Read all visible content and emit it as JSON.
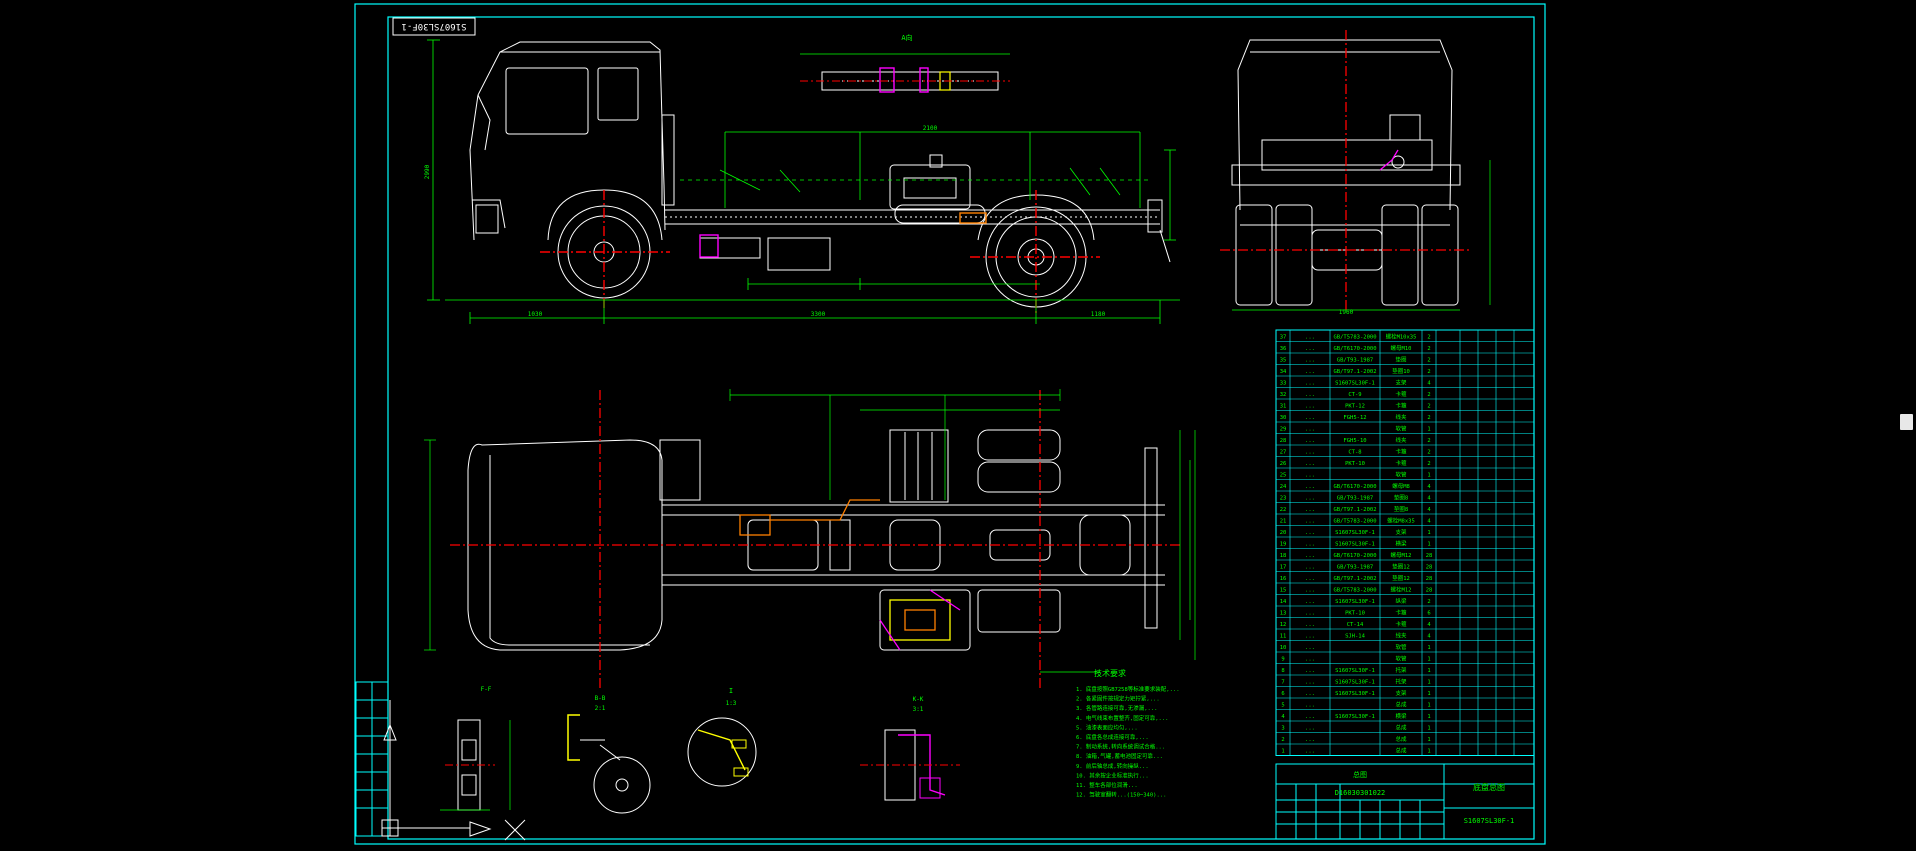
{
  "drawing": {
    "title_tab": "S1607SL30F-1",
    "drawing_number": "S1607SL30F-1",
    "title_block": {
      "assembly_name": "底盘总图",
      "sheet_name": "总图",
      "code": "D16030301022"
    },
    "labels": {
      "top_view": "A向",
      "section_ff": "F-F",
      "section_bb": "B-B",
      "section_bb_scale": "2:1",
      "detail_i": "I",
      "detail_i_scale": "1:3",
      "section_kk": "K-K",
      "section_kk_scale": "3:1",
      "notes_title": "技术要求"
    },
    "notes": [
      "1. 底盘按照GB7258等标准要求装配,...",
      "2. 各紧固件按规定力矩拧紧,...",
      "3. 各管路连接可靠,无渗漏,...",
      "4. 电气线束布置整齐,固定可靠,...",
      "5. 油漆表面应均匀,...",
      "6. 底盘各总成连接可靠,...",
      "7. 制动系统,转向系统调试合格...",
      "8. 油箱,气罐,蓄电池固定可靠...",
      "9. 前后轴总成,转向操纵...",
      "10. 其余按企业标准执行...",
      "11. 整车各部位润滑...",
      "12. 驾驶室翻转...(150~340)..."
    ],
    "bom_rows": [
      {
        "no": "37",
        "code": "...",
        "std": "GB/T5783-2000",
        "name": "螺栓M10x35",
        "qty": "2"
      },
      {
        "no": "36",
        "code": "...",
        "std": "GB/T6170-2000",
        "name": "螺母M10",
        "qty": "2"
      },
      {
        "no": "35",
        "code": "...",
        "std": "GB/T93-1987",
        "name": "垫圈",
        "qty": "2"
      },
      {
        "no": "34",
        "code": "...",
        "std": "GB/T97.1-2002",
        "name": "垫圈10",
        "qty": "2"
      },
      {
        "no": "33",
        "code": "...",
        "std": "S1607SL30F-1",
        "name": "支架",
        "qty": "4"
      },
      {
        "no": "32",
        "code": "...",
        "std": "CT-9",
        "name": "卡箍",
        "qty": "2"
      },
      {
        "no": "31",
        "code": "...",
        "std": "PKT-12",
        "name": "卡箍",
        "qty": "2"
      },
      {
        "no": "30",
        "code": "...",
        "std": "FGH5-12",
        "name": "线夹",
        "qty": "2"
      },
      {
        "no": "29",
        "code": "...",
        "std": "",
        "name": "软管",
        "qty": "1"
      },
      {
        "no": "28",
        "code": "...",
        "std": "FGH5-10",
        "name": "线夹",
        "qty": "2"
      },
      {
        "no": "27",
        "code": "...",
        "std": "CT-8",
        "name": "卡箍",
        "qty": "2"
      },
      {
        "no": "26",
        "code": "...",
        "std": "PKT-10",
        "name": "卡箍",
        "qty": "2"
      },
      {
        "no": "25",
        "code": "...",
        "std": "",
        "name": "软管",
        "qty": "1"
      },
      {
        "no": "24",
        "code": "...",
        "std": "GB/T6170-2000",
        "name": "螺母M8",
        "qty": "4"
      },
      {
        "no": "23",
        "code": "...",
        "std": "GB/T93-1987",
        "name": "垫圈8",
        "qty": "4"
      },
      {
        "no": "22",
        "code": "...",
        "std": "GB/T97.1-2002",
        "name": "垫圈8",
        "qty": "4"
      },
      {
        "no": "21",
        "code": "...",
        "std": "GB/T5783-2000",
        "name": "螺栓M8x35",
        "qty": "4"
      },
      {
        "no": "20",
        "code": "...",
        "std": "S1607SL30F-1",
        "name": "支架",
        "qty": "1"
      },
      {
        "no": "19",
        "code": "...",
        "std": "S1607SL30F-1",
        "name": "横梁",
        "qty": "1"
      },
      {
        "no": "18",
        "code": "...",
        "std": "GB/T6170-2000",
        "name": "螺母M12",
        "qty": "28"
      },
      {
        "no": "17",
        "code": "...",
        "std": "GB/T93-1987",
        "name": "垫圈12",
        "qty": "28"
      },
      {
        "no": "16",
        "code": "...",
        "std": "GB/T97.1-2002",
        "name": "垫圈12",
        "qty": "28"
      },
      {
        "no": "15",
        "code": "...",
        "std": "GB/T5783-2000",
        "name": "螺栓M12",
        "qty": "28"
      },
      {
        "no": "14",
        "code": "...",
        "std": "S1607SL30F-1",
        "name": "纵梁",
        "qty": "2"
      },
      {
        "no": "13",
        "code": "...",
        "std": "PKT-10",
        "name": "卡箍",
        "qty": "6"
      },
      {
        "no": "12",
        "code": "...",
        "std": "CT-14",
        "name": "卡箍",
        "qty": "4"
      },
      {
        "no": "11",
        "code": "...",
        "std": "SJH-14",
        "name": "线夹",
        "qty": "4"
      },
      {
        "no": "10",
        "code": "...",
        "std": "",
        "name": "软管",
        "qty": "1"
      },
      {
        "no": "9",
        "code": "...",
        "std": "",
        "name": "软管",
        "qty": "1"
      },
      {
        "no": "8",
        "code": "...",
        "std": "S1607SL30F-1",
        "name": "托架",
        "qty": "1"
      },
      {
        "no": "7",
        "code": "...",
        "std": "S1607SL30F-1",
        "name": "托架",
        "qty": "1"
      },
      {
        "no": "6",
        "code": "...",
        "std": "S1607SL30F-1",
        "name": "支架",
        "qty": "1"
      },
      {
        "no": "5",
        "code": "...",
        "std": "",
        "name": "总成",
        "qty": "1"
      },
      {
        "no": "4",
        "code": "...",
        "std": "S1607SL30F-1",
        "name": "横梁",
        "qty": "1"
      },
      {
        "no": "3",
        "code": "...",
        "std": "",
        "name": "总成",
        "qty": "1"
      },
      {
        "no": "2",
        "code": "...",
        "std": "",
        "name": "总成",
        "qty": "1"
      },
      {
        "no": "1",
        "code": "...",
        "std": "",
        "name": "总成",
        "qty": "1"
      }
    ],
    "dimensions": {
      "side_overall_1": "1030",
      "side_overall_2": "3300",
      "side_overall_3": "1180",
      "side_spacing": "2100",
      "rear_width": "1960",
      "height": "2990"
    },
    "colors": {
      "cad_bg": "#000000",
      "frame": "#00ffff",
      "geometry": "#ffffff",
      "dimension": "#00ff00",
      "center": "#ff0000",
      "accent_magenta": "#ff00ff",
      "accent_yellow": "#ffff00",
      "accent_orange": "#ff8000"
    }
  }
}
